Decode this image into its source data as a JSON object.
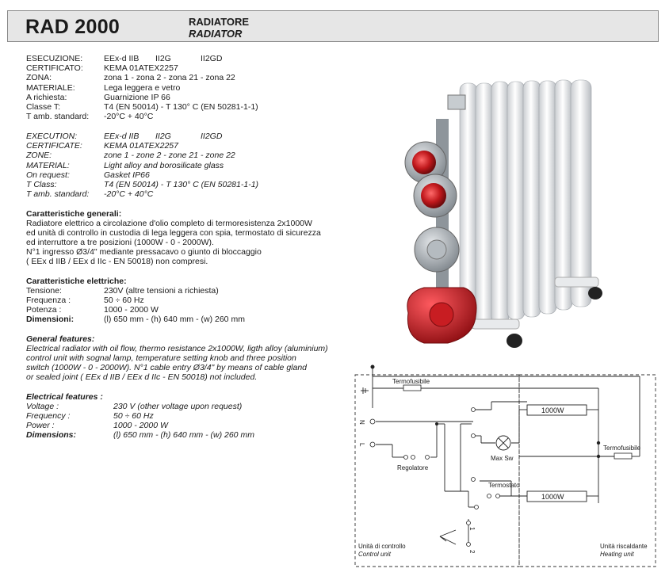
{
  "header": {
    "model": "RAD 2000",
    "title_it": "RADIATORE",
    "title_en": "RADIATOR"
  },
  "specs_it": [
    {
      "key": "ESECUZIONE:",
      "values": [
        "EEx-d IIB",
        "II2G",
        "II2GD"
      ]
    },
    {
      "key": "CERTIFICATO:",
      "values": [
        "KEMA 01ATEX2257"
      ]
    },
    {
      "key": "ZONA:",
      "values": [
        "zona 1 - zona 2 - zona 21 - zona 22"
      ]
    },
    {
      "key": "MATERIALE:",
      "values": [
        "Lega leggera e vetro"
      ]
    },
    {
      "key": "A richiesta:",
      "values": [
        "Guarnizione IP 66"
      ]
    },
    {
      "key": "Classe T:",
      "values": [
        "T4 (EN 50014) - T 130° C (EN 50281-1-1)"
      ]
    },
    {
      "key": "T amb. standard:",
      "values": [
        "-20°C + 40°C"
      ]
    }
  ],
  "specs_en": [
    {
      "key": "EXECUTION:",
      "values": [
        "EEx-d IIB",
        "II2G",
        "II2GD"
      ]
    },
    {
      "key": "CERTIFICATE:",
      "values": [
        "KEMA 01ATEX2257"
      ]
    },
    {
      "key": "ZONE:",
      "values": [
        "zone 1 - zone 2 - zone 21 - zone 22"
      ]
    },
    {
      "key": "MATERIAL:",
      "values": [
        "Light alloy and borosilicate glass"
      ]
    },
    {
      "key": "On request:",
      "values": [
        "Gasket IP66"
      ]
    },
    {
      "key": "T Class:",
      "values": [
        "T4  (EN 50014) - T 130° C (EN 50281-1-1)"
      ]
    },
    {
      "key": "T amb. standard:",
      "values": [
        "-20°C + 40°C"
      ]
    }
  ],
  "general_it": {
    "heading": "Caratteristiche generali:",
    "lines": [
      "Radiatore elettrico a circolazione d'olio completo di termoresistenza 2x1000W",
      "ed unità di controllo in custodia di lega leggera con spia, termostato di sicurezza",
      "ed interruttore a tre posizioni (1000W - 0 - 2000W).",
      "N°1 ingresso Ø3/4\" mediante pressacavo o giunto di bloccaggio",
      "( EEx d IIB / EEx d IIc - EN 50018) non compresi."
    ]
  },
  "electrical_it": {
    "heading": "Caratteristiche elettriche:",
    "rows": [
      {
        "key": "Tensione:",
        "value": "230V (altre tensioni a richiesta)"
      },
      {
        "key": "Frequenza :",
        "value": "50 ÷ 60 Hz"
      },
      {
        "key": "Potenza :",
        "value": "1000 - 2000 W"
      },
      {
        "key": "Dimensioni:",
        "value": "(l) 650 mm - (h) 640 mm - (w) 260 mm"
      }
    ]
  },
  "general_en": {
    "heading": "General features:",
    "lines": [
      "Electrical radiator with oil flow, thermo resistance 2x1000W, ligth alloy (aluminium)",
      "control unit with sognal lamp, temperature setting knob and three position",
      "switch (1000W - 0 - 2000W). N°1 cable entry Ø3/4\" by means of cable gland",
      "or sealed joint ( EEx d IIB / EEx d IIc - EN 50018) not included."
    ]
  },
  "electrical_en": {
    "heading": "Electrical features :",
    "rows": [
      {
        "key": "Voltage :",
        "value": "230 V (other voltage upon request)"
      },
      {
        "key": "Frequency :",
        "value": "50 ÷ 60 Hz"
      },
      {
        "key": "Power :",
        "value": "1000 - 2000 W"
      },
      {
        "key": "Dimensions:",
        "value": "(l) 650 mm - (h) 640 mm - (w) 260 mm"
      }
    ]
  },
  "diagram": {
    "termofusibile_top": "Termofusibile",
    "termofusibile_right": "Termofusibile",
    "resistor_top": "1000W",
    "resistor_bottom": "1000W",
    "max_sw": "Max Sw",
    "regolatore": "Regolatore",
    "termostato": "Termostato",
    "n_label": "N",
    "l_label": "L",
    "pos_1": "1",
    "pos_2": "2",
    "control_it": "Unità di controllo",
    "control_en": "Control unit",
    "heating_it": "Unità riscaldante",
    "heating_en": "Heating unit"
  },
  "colors": {
    "header_bg": "#e6e6e6",
    "radiator_body": "#eef0f2",
    "lamp_red": "#c0181c",
    "housing_grey": "#9aa0a6",
    "junction_red": "#d42026"
  }
}
